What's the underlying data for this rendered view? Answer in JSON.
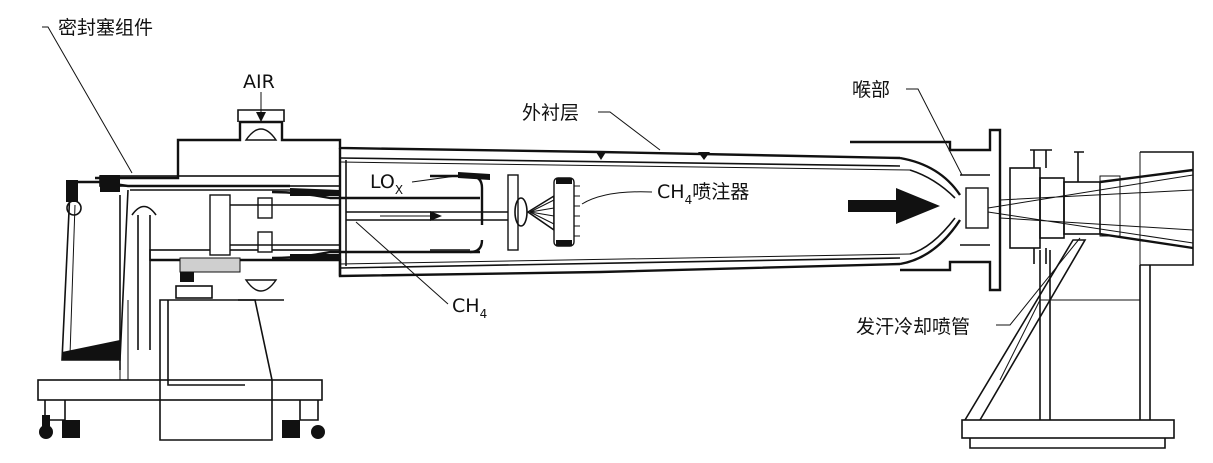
{
  "labels": {
    "seal_plug_assembly": "密封塞组件",
    "air": "AIR",
    "lox_main": "LO",
    "lox_sub": "X",
    "ch4_injector_main": "CH",
    "ch4_injector_sub": "4",
    "ch4_injector_suffix": "喷注器",
    "outer_liner": "外衬层",
    "throat": "喉部",
    "ch4_main": "CH",
    "ch4_sub": "4",
    "sweat_cooled_nozzle": "发汗冷却喷管"
  }
}
